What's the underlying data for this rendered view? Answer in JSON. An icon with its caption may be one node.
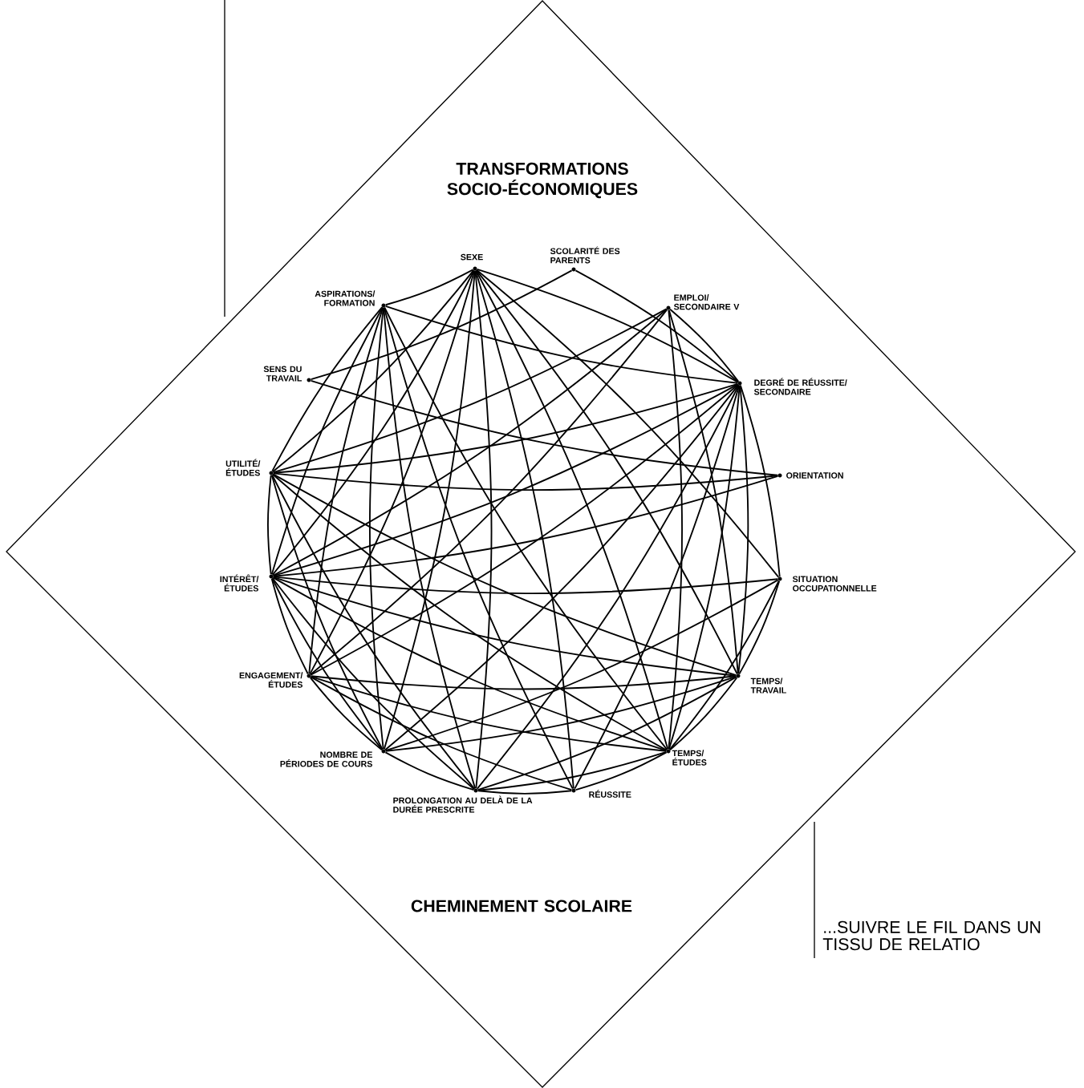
{
  "diagram": {
    "nodes": [
      {
        "text": [
          "TRANSFORMATIONS SOCIO-ÉCONOMIQUES",
          "CHEMINEMENT SCOLAIRE"
        ]
      },
      {
        "text": [
          "SEXE"
        ],
        "in": 0
      },
      {
        "text": [
          "SCOLARITÉ DES PARENTS"
        ],
        "in": 0
      },
      {
        "text": [
          "EMPLOI/ SECONDAIRE V"
        ],
        "in": 0
      },
      {
        "text": [
          "DEGRÉ DE RÉUSSITE/ SECONDAIRE"
        ],
        "in": 0
      },
      {
        "text": [
          "ORIENTATION"
        ],
        "in": 0
      },
      {
        "text": [
          "SITUATION OCCUPATIONNELLE"
        ],
        "in": 0
      },
      {
        "text": [
          "TEMPS/ TRAVAIL"
        ],
        "in": 0
      },
      {
        "text": [
          "TEMPS/ ÉTUDES"
        ],
        "in": 0
      },
      {
        "text": [
          "RÉUSSITE"
        ],
        "in": 0
      },
      {
        "text": [
          "PROLONGATION AU DELÀ DE LA DURÉE PRESCRITE"
        ],
        "in": 0
      },
      {
        "text": [
          "NOMBRE DE PÉRIODES DE COURS"
        ],
        "in": 0
      },
      {
        "text": [
          "ENGAGEMENT/ ÉTUDES"
        ],
        "in": 0
      },
      {
        "text": [
          "INTÉRÊT/ ÉTUDES"
        ],
        "in": 0
      },
      {
        "text": [
          "UTILITÉ/ ÉTUDES"
        ],
        "in": 0
      },
      {
        "text": [
          "SENS DU TRAVAIL"
        ],
        "in": 0
      },
      {
        "text": [
          "ASPIRATIONS/ FORMATION"
        ],
        "in": 0
      }
    ],
    "edges": [
      {
        "from": 1,
        "to": 16,
        "arrow": "none"
      },
      {
        "from": 1,
        "to": 4,
        "arrow": "none"
      },
      {
        "from": 1,
        "to": 14,
        "arrow": "none"
      },
      {
        "from": 1,
        "to": 13,
        "arrow": "none"
      },
      {
        "from": 1,
        "to": 12,
        "arrow": "none"
      },
      {
        "from": 1,
        "to": 11,
        "arrow": "none"
      },
      {
        "from": 1,
        "to": 10,
        "arrow": "none"
      },
      {
        "from": 1,
        "to": 9,
        "arrow": "none"
      },
      {
        "from": 1,
        "to": 8,
        "arrow": "none"
      },
      {
        "from": 1,
        "to": 7,
        "arrow": "none"
      },
      {
        "from": 1,
        "to": 6,
        "arrow": "none"
      },
      {
        "from": 2,
        "to": 15,
        "arrow": "none"
      },
      {
        "from": 2,
        "to": 4,
        "arrow": "none"
      },
      {
        "from": 3,
        "to": 4,
        "arrow": "none"
      },
      {
        "from": 3,
        "to": 14,
        "arrow": "none"
      },
      {
        "from": 3,
        "to": 13,
        "arrow": "none"
      },
      {
        "from": 3,
        "to": 8,
        "arrow": "none"
      },
      {
        "from": 3,
        "to": 7,
        "arrow": "none"
      },
      {
        "from": 3,
        "to": 12,
        "arrow": "none"
      },
      {
        "from": 4,
        "to": 16,
        "arrow": "none"
      },
      {
        "from": 4,
        "to": 14,
        "arrow": "none"
      },
      {
        "from": 4,
        "to": 13,
        "arrow": "none"
      },
      {
        "from": 4,
        "to": 12,
        "arrow": "none"
      },
      {
        "from": 4,
        "to": 11,
        "arrow": "none"
      },
      {
        "from": 4,
        "to": 10,
        "arrow": "none"
      },
      {
        "from": 4,
        "to": 9,
        "arrow": "none"
      },
      {
        "from": 4,
        "to": 8,
        "arrow": "none"
      },
      {
        "from": 4,
        "to": 7,
        "arrow": "none"
      },
      {
        "from": 4,
        "to": 6,
        "arrow": "none"
      },
      {
        "from": 5,
        "to": 15,
        "arrow": "none"
      },
      {
        "from": 5,
        "to": 14,
        "arrow": "none"
      },
      {
        "from": 5,
        "to": 13,
        "arrow": "none"
      },
      {
        "from": 6,
        "to": 7,
        "arrow": "none"
      },
      {
        "from": 6,
        "to": 8,
        "arrow": "none"
      },
      {
        "from": 6,
        "to": 13,
        "arrow": "none"
      },
      {
        "from": 6,
        "to": 11,
        "arrow": "none"
      },
      {
        "from": 7,
        "to": 8,
        "arrow": "none"
      },
      {
        "from": 7,
        "to": 13,
        "arrow": "none"
      },
      {
        "from": 7,
        "to": 12,
        "arrow": "none"
      },
      {
        "from": 7,
        "to": 14,
        "arrow": "none"
      },
      {
        "from": 7,
        "to": 11,
        "arrow": "none"
      },
      {
        "from": 7,
        "to": 10,
        "arrow": "none"
      },
      {
        "from": 8,
        "to": 9,
        "arrow": "none"
      },
      {
        "from": 8,
        "to": 14,
        "arrow": "none"
      },
      {
        "from": 8,
        "to": 13,
        "arrow": "none"
      },
      {
        "from": 8,
        "to": 12,
        "arrow": "none"
      },
      {
        "from": 8,
        "to": 10,
        "arrow": "none"
      },
      {
        "from": 8,
        "to": 16,
        "arrow": "none"
      },
      {
        "from": 9,
        "to": 10,
        "arrow": "none"
      },
      {
        "from": 9,
        "to": 16,
        "arrow": "none"
      },
      {
        "from": 9,
        "to": 12,
        "arrow": "none"
      },
      {
        "from": 10,
        "to": 11,
        "arrow": "none"
      },
      {
        "from": 10,
        "to": 14,
        "arrow": "none"
      },
      {
        "from": 10,
        "to": 16,
        "arrow": "none"
      },
      {
        "from": 10,
        "to": 13,
        "arrow": "none"
      },
      {
        "from": 11,
        "to": 12,
        "arrow": "none"
      },
      {
        "from": 11,
        "to": 14,
        "arrow": "none"
      },
      {
        "from": 11,
        "to": 16,
        "arrow": "none"
      },
      {
        "from": 11,
        "to": 13,
        "arrow": "none"
      },
      {
        "from": 12,
        "to": 13,
        "arrow": "none"
      },
      {
        "from": 12,
        "to": 16,
        "arrow": "none"
      },
      {
        "from": 13,
        "to": 14,
        "arrow": "none"
      },
      {
        "from": 13,
        "to": 16,
        "arrow": "none"
      },
      {
        "from": 14,
        "to": 16,
        "arrow": "none"
      }
    ],
    "labels": [
      "...SUIVRE LE FIL DANS UN TISSU DE RELATIO"
    ]
  }
}
